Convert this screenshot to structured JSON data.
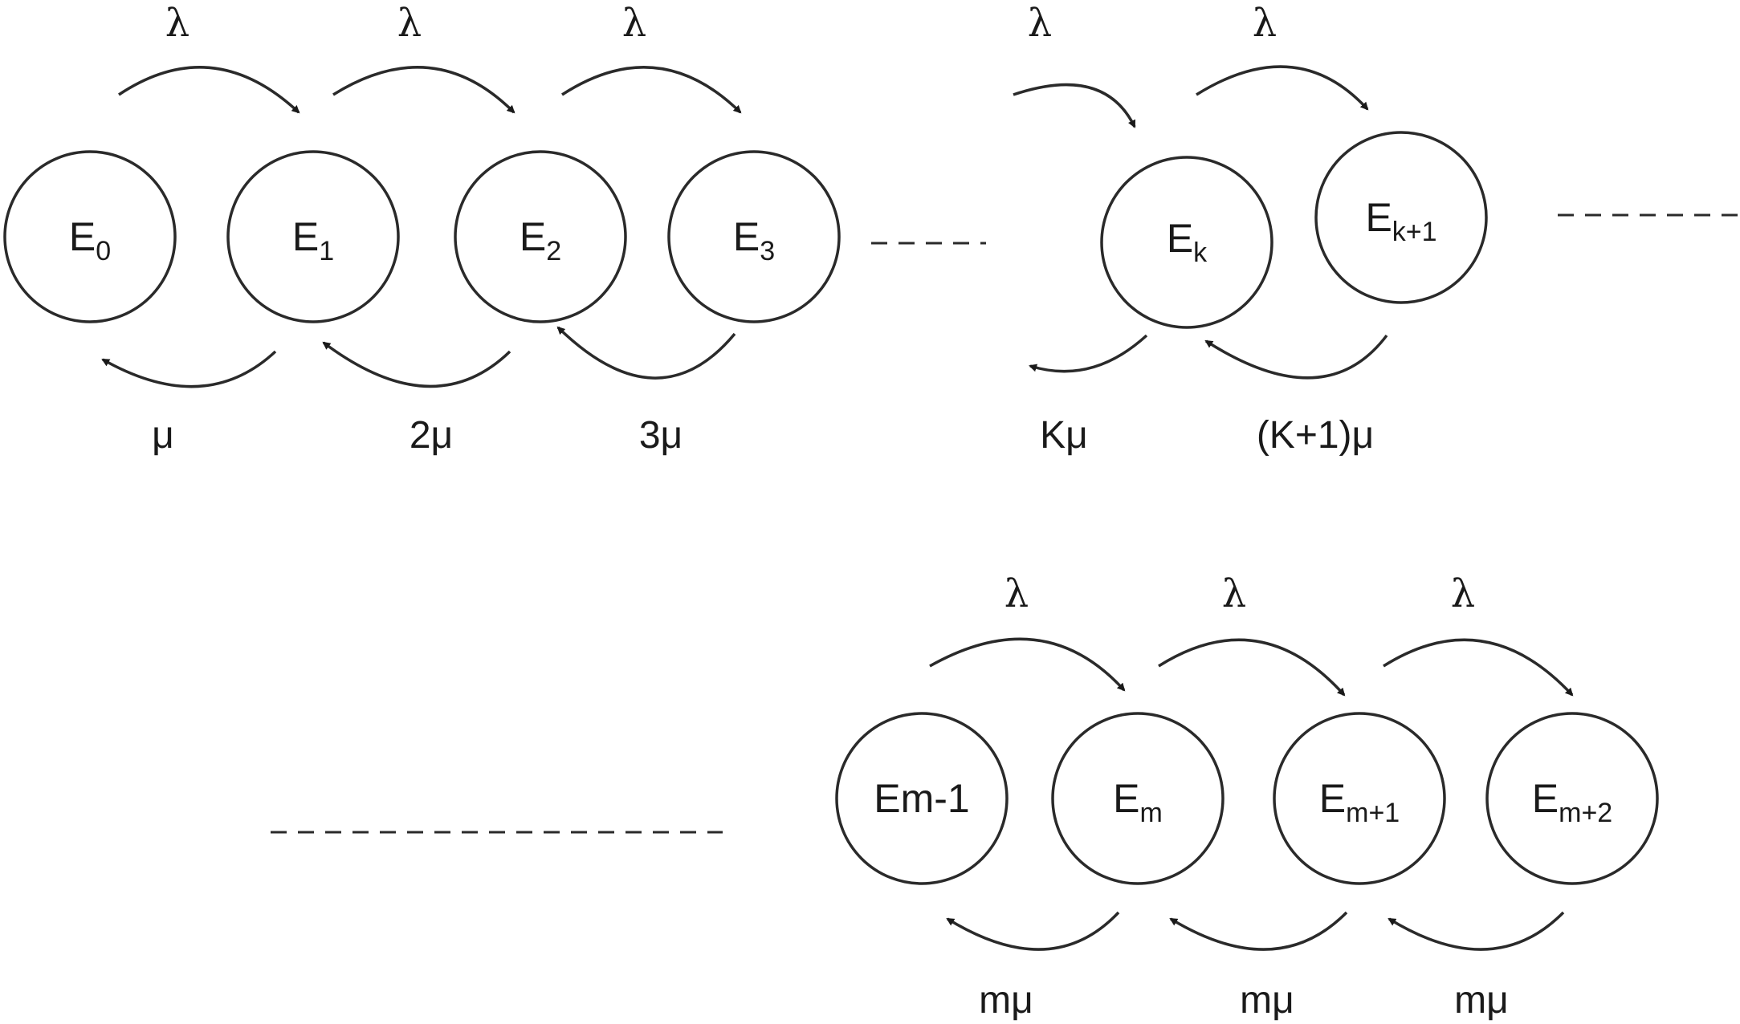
{
  "diagram": {
    "states": [
      {
        "id": "E0",
        "base": "E",
        "sub": "0"
      },
      {
        "id": "E1",
        "base": "E",
        "sub": "1"
      },
      {
        "id": "E2",
        "base": "E",
        "sub": "2"
      },
      {
        "id": "E3",
        "base": "E",
        "sub": "3"
      },
      {
        "id": "Ek",
        "base": "E",
        "sub": "k"
      },
      {
        "id": "Ek+1",
        "base": "E",
        "sub": "k+1"
      },
      {
        "id": "Em-1",
        "base": "Em-1",
        "sub": ""
      },
      {
        "id": "Em",
        "base": "E",
        "sub": "m"
      },
      {
        "id": "Em+1",
        "base": "E",
        "sub": "m+1"
      },
      {
        "id": "Em+2",
        "base": "E",
        "sub": "m+2"
      }
    ],
    "arrival_label": "λ",
    "service_labels": {
      "mu1": "μ",
      "mu2": "2μ",
      "mu3": "3μ",
      "muk": "Kμ",
      "muk1": "(K+1)μ",
      "mum_a": "mμ",
      "mum_b": "mμ",
      "mum_c": "mμ"
    }
  }
}
